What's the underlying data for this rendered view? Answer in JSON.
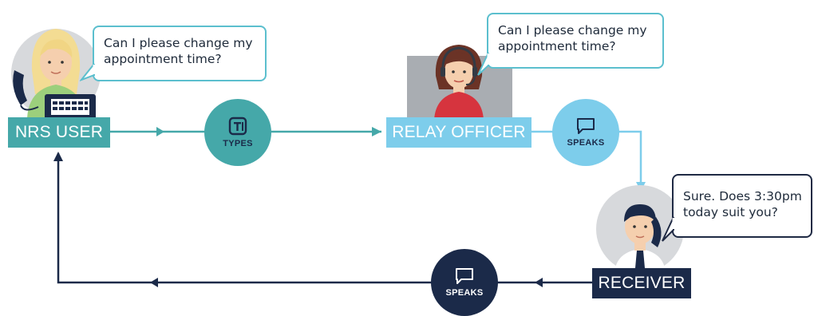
{
  "nodes": {
    "nrs_user": {
      "label": "NRS USER",
      "message": [
        "Can I please change my",
        "appointment time?"
      ]
    },
    "relay_officer": {
      "label": "RELAY OFFICER",
      "message": [
        "Can I please change my",
        "appointment time?"
      ]
    },
    "receiver": {
      "label": "RECEIVER",
      "message": [
        "Sure. Does 3:30pm",
        "today suit you?"
      ]
    }
  },
  "actions": {
    "types": {
      "label": "TYPES",
      "icon": "text-box-icon"
    },
    "speaks_relay": {
      "label": "SPEAKS",
      "icon": "speech-bubble-icon"
    },
    "speaks_receiver": {
      "label": "SPEAKS",
      "icon": "speech-bubble-icon"
    }
  },
  "colors": {
    "teal": "#45a8a9",
    "light_blue": "#7dcdeb",
    "navy": "#1b2a49",
    "bubble_border": "#5bbfce",
    "avatar_bg": "#d7d9dc"
  }
}
